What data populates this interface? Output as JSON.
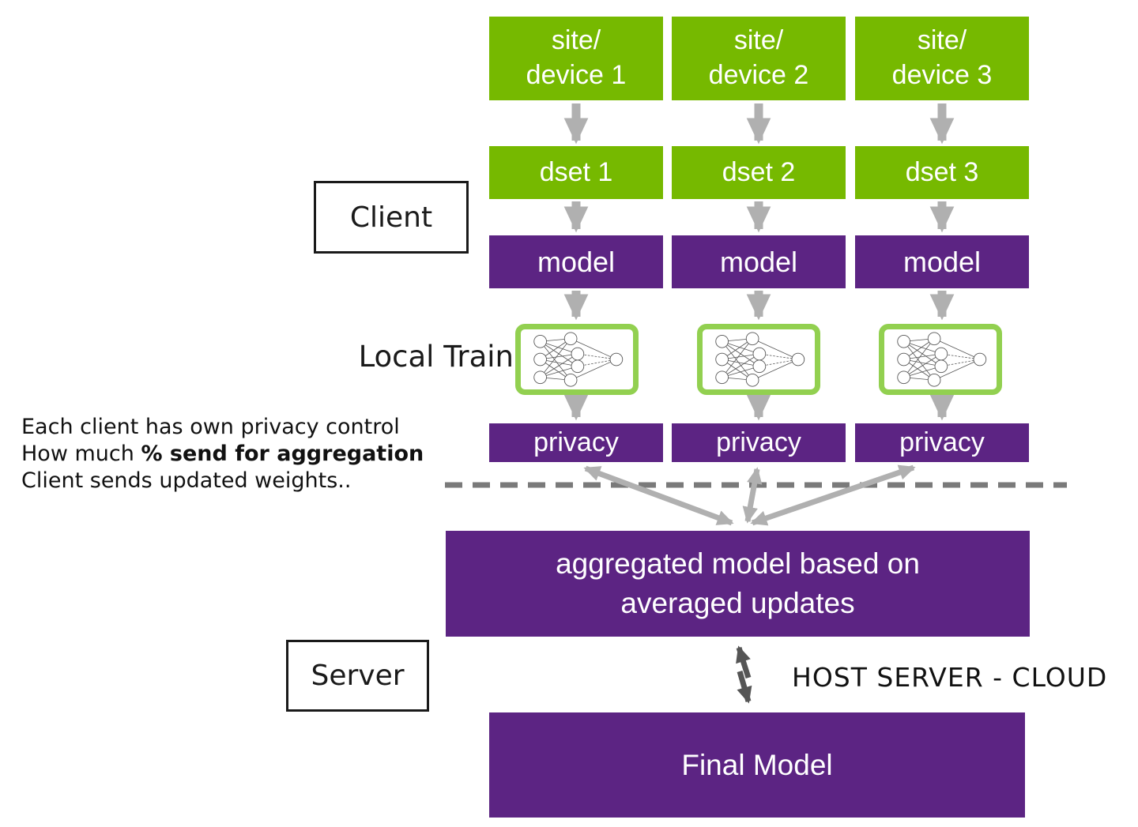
{
  "diagram": {
    "columns": [
      {
        "site": "site/\ndevice 1",
        "dset": "dset 1",
        "model": "model",
        "privacy": "privacy"
      },
      {
        "site": "site/\ndevice 2",
        "dset": "dset 2",
        "model": "model",
        "privacy": "privacy"
      },
      {
        "site": "site/\ndevice 3",
        "dset": "dset 3",
        "model": "model",
        "privacy": "privacy"
      }
    ],
    "labels": {
      "client": "Client",
      "server": "Server",
      "local_train": "Local Train",
      "host_server": "HOST SERVER - CLOUD"
    },
    "notes": {
      "line1": "Each client has own privacy control",
      "line2_normal": "How much ",
      "line2_bold": "% send for aggregation",
      "line3": "Client sends updated weights.."
    },
    "server_section": {
      "aggregated": "aggregated model based on\naveraged updates",
      "final": "Final Model"
    },
    "icons": {
      "flow_arrow": "down-arrow",
      "exchange_arrow": "bidirectional-zigzag-arrow",
      "local_train_icon": "neural-network"
    },
    "colors": {
      "green": "#76b900",
      "light_green": "#92d050",
      "purple": "#5c2483",
      "arrow_gray": "#b0b0b0",
      "dark_arrow": "#555555",
      "dash_gray": "#7a7a7a",
      "text_black": "#1a1a1a"
    }
  }
}
